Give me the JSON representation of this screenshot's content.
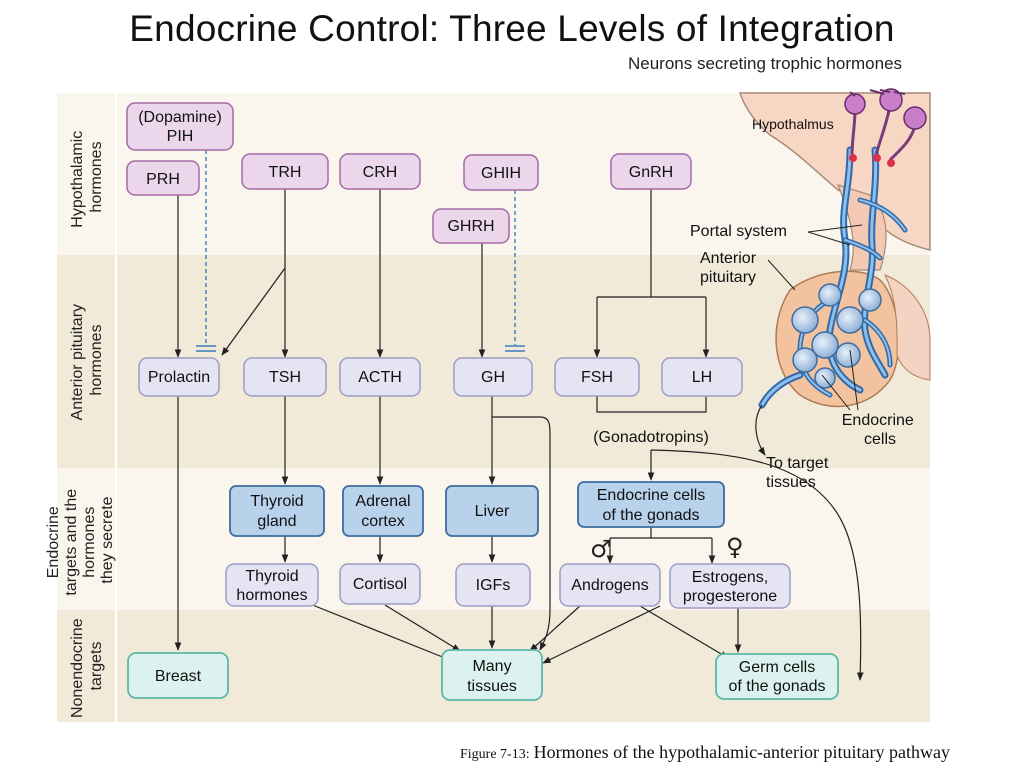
{
  "title": "Endocrine Control: Three Levels of Integration",
  "neurons_label": "Neurons secreting trophic hormones",
  "caption": {
    "figure": "Figure 7-13:",
    "text": "Hormones of the hypothalamic-anterior pituitary pathway"
  },
  "row_labels": {
    "hypothalamic": [
      "Hypothalamic",
      "hormones"
    ],
    "anterior": [
      "Anterior pituitary",
      "hormones"
    ],
    "endocrine": [
      "Endocrine",
      "targets and the",
      "hormones",
      "they secrete"
    ],
    "nonendocrine": [
      "Nonendocrine",
      "targets"
    ]
  },
  "hypothalamic_hormones": {
    "dopamine_pih": [
      "(Dopamine)",
      "PIH"
    ],
    "prh": "PRH",
    "trh": "TRH",
    "crh": "CRH",
    "ghih": "GHIH",
    "ghrh": "GHRH",
    "gnrh": "GnRH"
  },
  "anterior_hormones": {
    "prolactin": "Prolactin",
    "tsh": "TSH",
    "acth": "ACTH",
    "gh": "GH",
    "fsh": "FSH",
    "lh": "LH",
    "gonadotropins": "(Gonadotropins)"
  },
  "endocrine_targets": {
    "thyroid_gland": [
      "Thyroid",
      "gland"
    ],
    "adrenal_cortex": [
      "Adrenal",
      "cortex"
    ],
    "liver": "Liver",
    "endocrine_gonads": [
      "Endocrine cells",
      "of the gonads"
    ]
  },
  "secreted_hormones": {
    "thyroid_hormones": [
      "Thyroid",
      "hormones"
    ],
    "cortisol": "Cortisol",
    "igfs": "IGFs",
    "androgens": "Androgens",
    "estrogens": [
      "Estrogens,",
      "progesterone"
    ]
  },
  "nonendocrine_targets": {
    "breast": "Breast",
    "many_tissues": [
      "Many",
      "tissues"
    ],
    "germ_cells": [
      "Germ cells",
      "of the gonads"
    ]
  },
  "anatomy_labels": {
    "hypothalamus": "Hypothalmus",
    "portal_system": "Portal system",
    "anterior_pituitary": [
      "Anterior",
      "pituitary"
    ],
    "endocrine_cells": [
      "Endocrine",
      "cells"
    ],
    "to_target_tissues": [
      "To target",
      "tissues"
    ]
  },
  "symbols": {
    "male": "♂",
    "female": "♀"
  },
  "colors": {
    "hypothalamic_box": "#ecd6ec",
    "hypothalamic_border": "#a56aa5",
    "anterior_box": "#e4e4f2",
    "anterior_border": "#9c9cc4",
    "endocrine_box": "#b8d2ec",
    "endocrine_border": "#3d6d9e",
    "nonendocrine_box": "#dcf2ee",
    "nonendocrine_border": "#5cb8a8",
    "band_light": "#faf6ee",
    "band_dark": "#f1ead9"
  }
}
